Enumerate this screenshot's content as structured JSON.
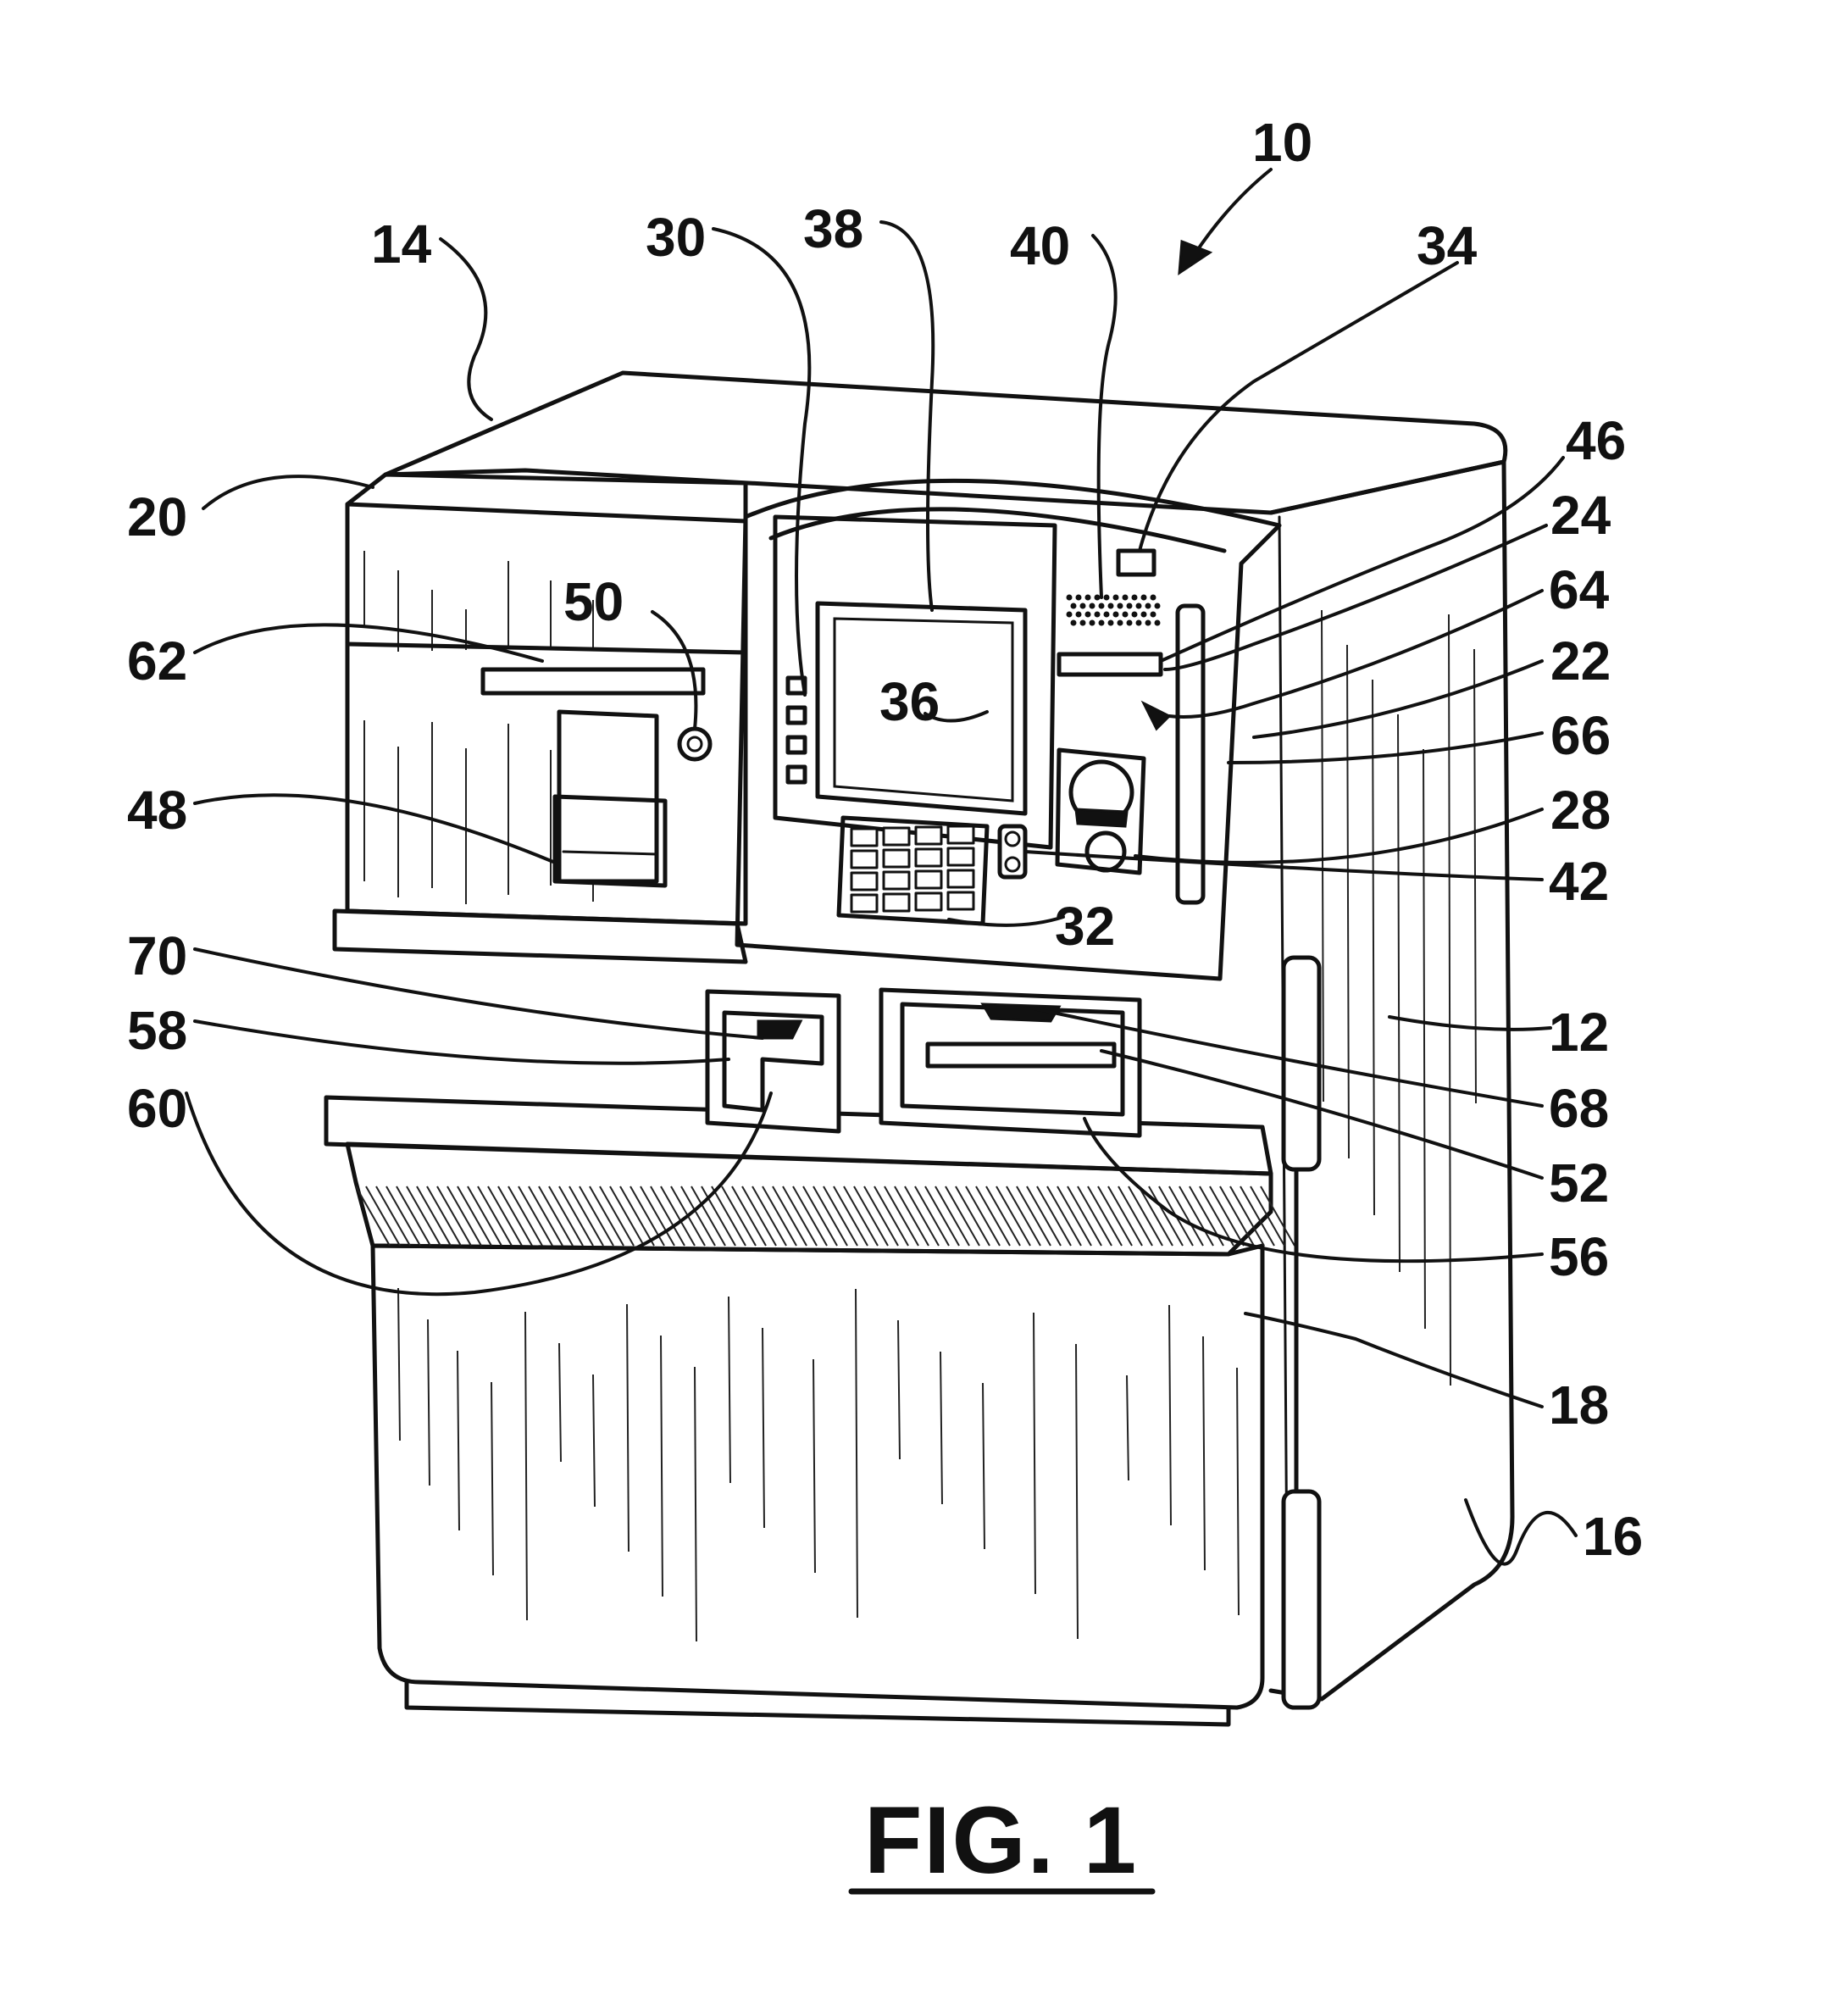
{
  "figure": {
    "caption": "FIG. 1",
    "reference_numerals": {
      "n10": "10",
      "n12": "12",
      "n14": "14",
      "n16": "16",
      "n18": "18",
      "n20": "20",
      "n22": "22",
      "n24": "24",
      "n28": "28",
      "n30": "30",
      "n32": "32",
      "n34": "34",
      "n36": "36",
      "n38": "38",
      "n40": "40",
      "n42": "42",
      "n46": "46",
      "n48": "48",
      "n50": "50",
      "n52": "52",
      "n56": "56",
      "n58": "58",
      "n60": "60",
      "n62": "62",
      "n64": "64",
      "n66": "66",
      "n68": "68",
      "n70": "70"
    }
  }
}
